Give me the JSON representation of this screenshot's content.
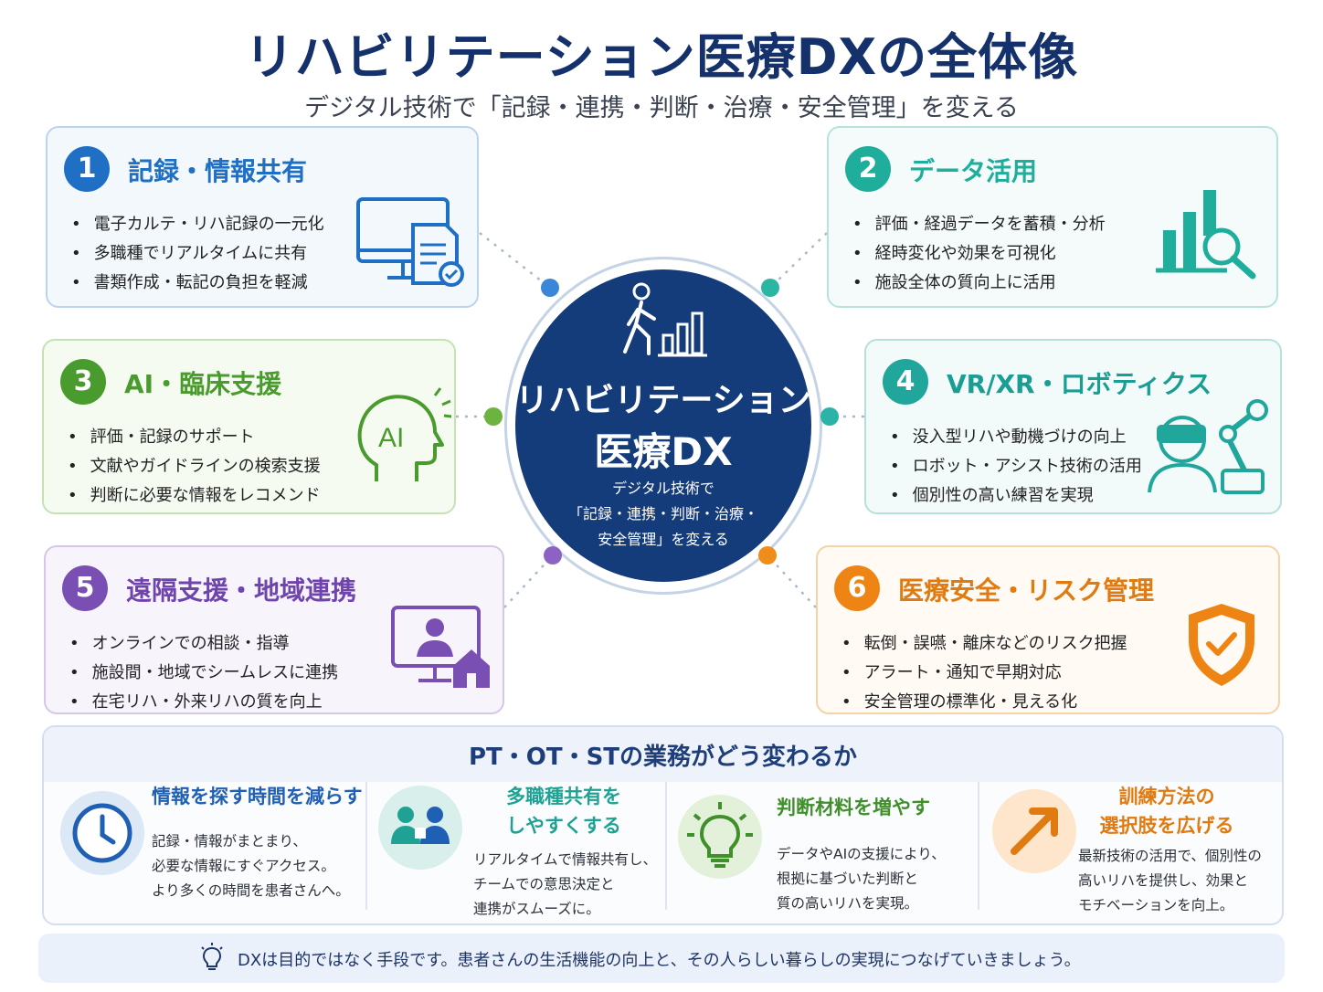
{
  "title": "リハビリテーション医療DXの全体像",
  "subtitle": "デジタル技術で「記録・連携・判断・治療・安全管理」を変える",
  "center": {
    "title_line1": "リハビリテーション",
    "title_line2": "医療DX",
    "caption": "デジタル技術で\n「記録・連携・判断・治療・\n安全管理」を変える"
  },
  "cards": [
    {
      "number": "1",
      "title": "記録・情報共有",
      "color": "#1f6fc4",
      "icon": "computer-document-icon",
      "items": [
        "電子カルテ・リハ記録の一元化",
        "多職種でリアルタイムに共有",
        "書類作成・転記の負担を軽減"
      ]
    },
    {
      "number": "2",
      "title": "データ活用",
      "color": "#1fae9b",
      "icon": "bar-chart-magnifier-icon",
      "items": [
        "評価・経過データを蓄積・分析",
        "経時変化や効果を可視化",
        "施設全体の質向上に活用"
      ]
    },
    {
      "number": "3",
      "title": "AI・臨床支援",
      "color": "#4a9b2e",
      "icon": "ai-head-icon",
      "items": [
        "評価・記録のサポート",
        "文献やガイドラインの検索支援",
        "判断に必要な情報をレコメンド"
      ]
    },
    {
      "number": "4",
      "title": "VR/XR・ロボティクス",
      "color": "#1a9e93",
      "icon": "vr-robot-arm-icon",
      "items": [
        "没入型リハや動機づけの向上",
        "ロボット・アシスト技術の活用",
        "個別性の高い練習を実現"
      ]
    },
    {
      "number": "5",
      "title": "遠隔支援・地域連携",
      "color": "#6f45ad",
      "icon": "remote-monitor-home-icon",
      "items": [
        "オンラインでの相談・指導",
        "施設間・地域でシームレスに連携",
        "在宅リハ・外来リハの質を向上"
      ]
    },
    {
      "number": "6",
      "title": "医療安全・リスク管理",
      "color": "#e07b12",
      "icon": "shield-check-icon",
      "items": [
        "転倒・誤嚥・離床などのリスク把握",
        "アラート・通知で早期対応",
        "安全管理の標準化・見える化"
      ]
    }
  ],
  "bottom": {
    "title": "PT・OT・STの業務がどう変わるか",
    "columns": [
      {
        "title": "情報を探す時間を減らす",
        "color": "#1f5fb4",
        "icon": "clock-icon",
        "desc": "記録・情報がまとまり、\n必要な情報にすぐアクセス。\nより多くの時間を患者さんへ。"
      },
      {
        "title": "多職種共有を\nしやすくする",
        "color": "#1fa294",
        "icon": "team-puzzle-icon",
        "desc": "リアルタイムで情報共有し、\nチームでの意思決定と\n連携がスムーズに。"
      },
      {
        "title": "判断材料を増やす",
        "color": "#3f8f2a",
        "icon": "lightbulb-icon",
        "desc": "データやAIの支援により、\n根拠に基づいた判断と\n質の高いリハを実現。"
      },
      {
        "title": "訓練方法の\n選択肢を広げる",
        "color": "#e07b12",
        "icon": "growth-arrow-icon",
        "desc": "最新技術の活用で、個別性の\n高いリハを提供し、効果と\nモチベーションを向上。"
      }
    ]
  },
  "footer": {
    "icon": "lightbulb-icon",
    "text": "DXは目的ではなく手段です。患者さんの生活機能の向上と、その人らしい暮らしの実現につなげていきましょう。"
  }
}
